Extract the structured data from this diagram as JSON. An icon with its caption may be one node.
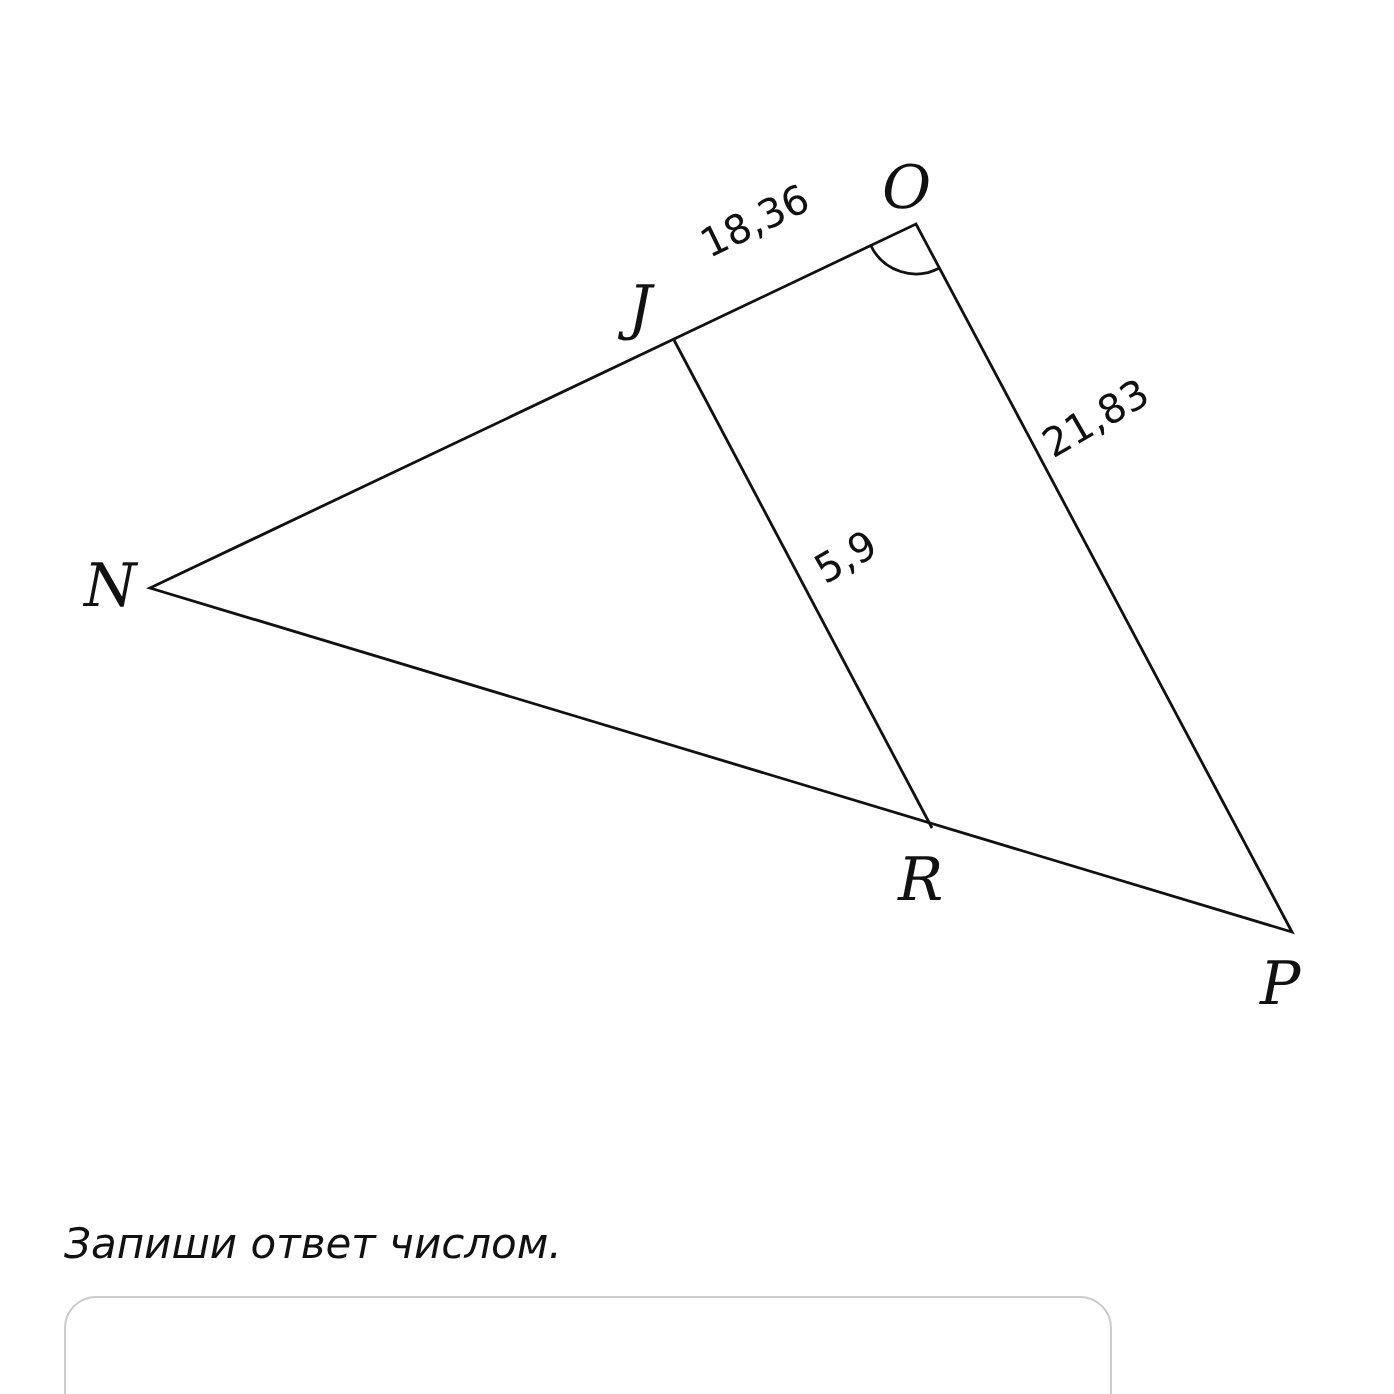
{
  "diagram": {
    "labels": [
      "O",
      "18,36",
      "J",
      "21,83",
      "N",
      "5,9",
      "R",
      "P",
      "Запиши ответ числом."
    ]
  }
}
